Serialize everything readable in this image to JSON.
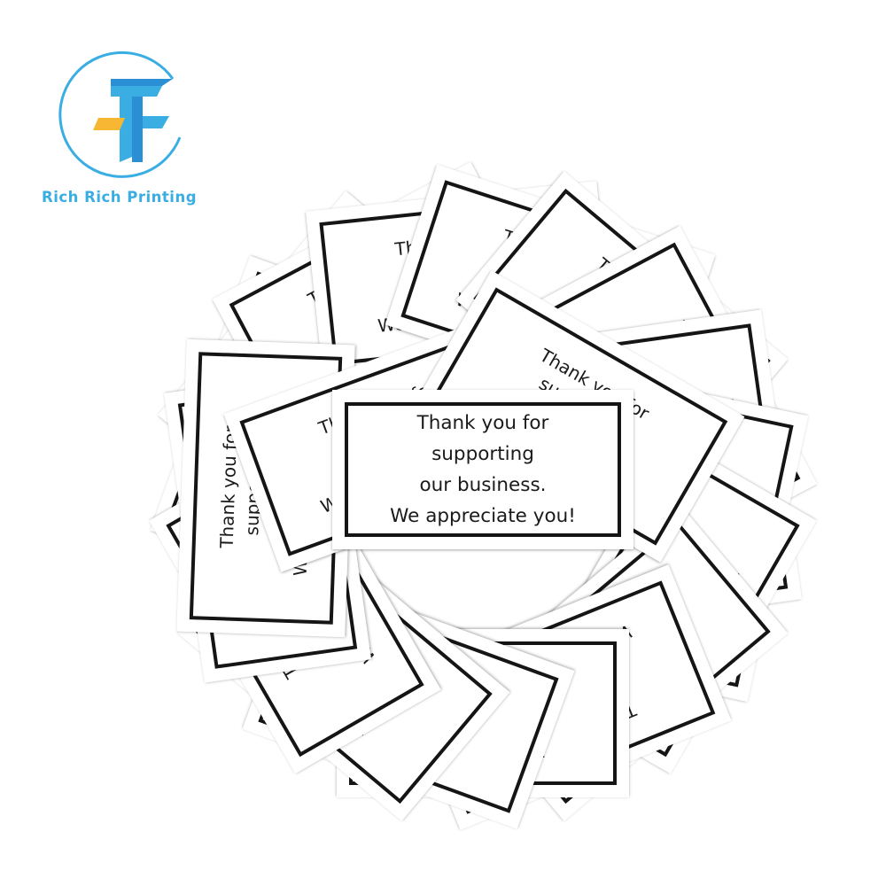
{
  "logo": {
    "brand_name": "Rich Rich Printing",
    "brand_color": "#3aaee2",
    "accent_color": "#f7b733"
  },
  "card": {
    "lines": [
      "Thank you for",
      "supporting",
      "our business.",
      "We appreciate you!"
    ],
    "border_color": "#151515",
    "background_color": "#ffffff",
    "count_visible": 18
  }
}
